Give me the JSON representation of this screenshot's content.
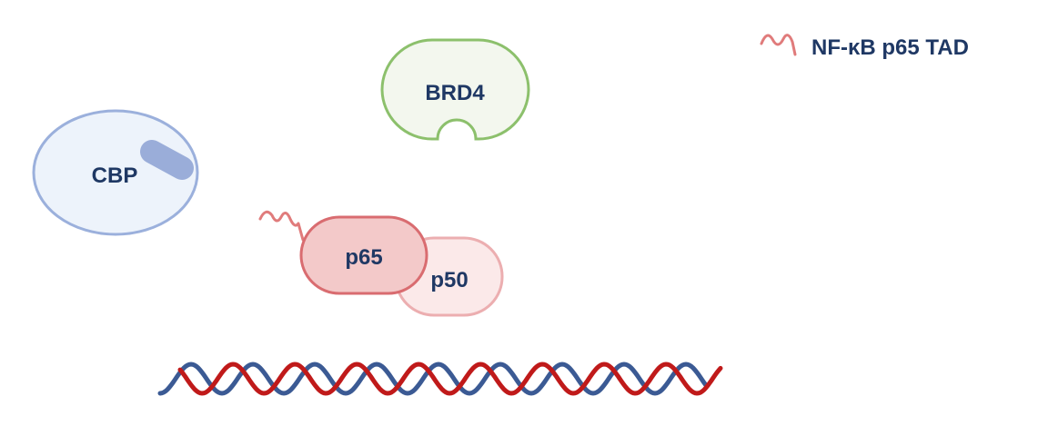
{
  "legend": {
    "label": "NF-κB p65 TAD",
    "line_color": "#e07b7b",
    "text_color": "#1f3864"
  },
  "proteins": {
    "brd4": {
      "label": "BRD4",
      "fill": "#f3f7ee",
      "stroke": "#8cc06c"
    },
    "cbp": {
      "label": "CBP",
      "fill": "#edf3fb",
      "stroke": "#9bb0dc",
      "domain_color": "#9aadd9"
    },
    "p65": {
      "label": "p65",
      "fill": "#f3c9c9",
      "stroke": "#d96c70",
      "tad_color": "#e07b7b"
    },
    "p50": {
      "label": "p50",
      "fill": "#fbe9e9",
      "stroke": "#ecaeb0"
    }
  },
  "dna": {
    "strand1_color": "#3b5a94",
    "strand2_color": "#c01a1a"
  }
}
